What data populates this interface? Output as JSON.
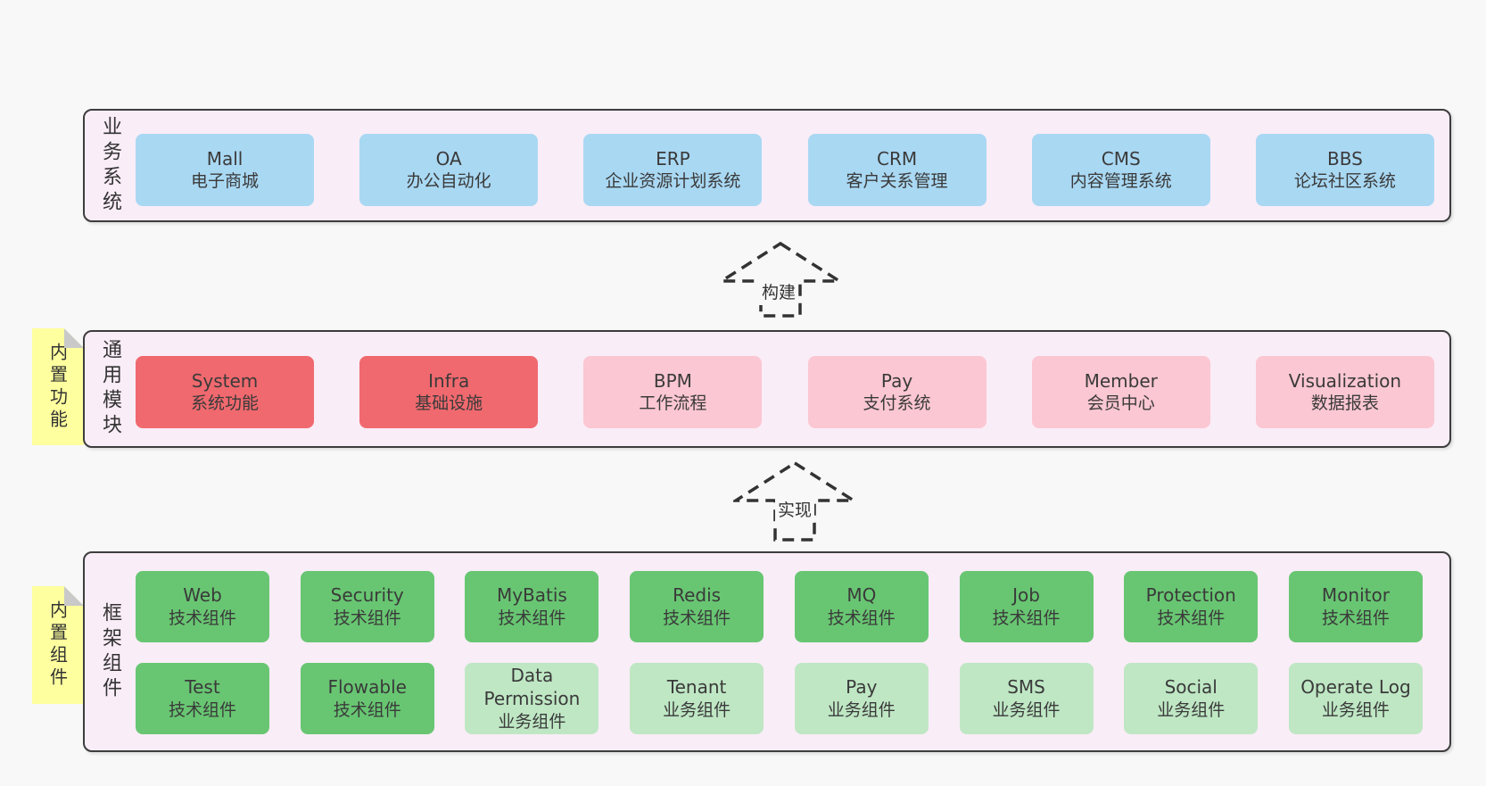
{
  "palette": {
    "page_bg": "#f8f8f8",
    "container_bg": "#f9edf7",
    "container_border": "#3d3d3d",
    "blue": "#a9d8f3",
    "red": "#f0696e",
    "pink": "#fbc7d2",
    "green": "#68c672",
    "light_green": "#bfe7c4",
    "sticky_yellow": "#feff9e",
    "sticky_fold": "#c9c9c9",
    "text": "#3a3a3a"
  },
  "layers": [
    {
      "label": "业务系统",
      "rows": [
        [
          {
            "name": "Mall",
            "subtitle": "电子商城",
            "color": "blue"
          },
          {
            "name": "OA",
            "subtitle": "办公自动化",
            "color": "blue"
          },
          {
            "name": "ERP",
            "subtitle": "企业资源计划系统",
            "color": "blue"
          },
          {
            "name": "CRM",
            "subtitle": "客户关系管理",
            "color": "blue"
          },
          {
            "name": "CMS",
            "subtitle": "内容管理系统",
            "color": "blue"
          },
          {
            "name": "BBS",
            "subtitle": "论坛社区系统",
            "color": "blue"
          }
        ]
      ]
    },
    {
      "label": "通用模块",
      "sticky": "内置功能",
      "rows": [
        [
          {
            "name": "System",
            "subtitle": "系统功能",
            "color": "red"
          },
          {
            "name": "Infra",
            "subtitle": "基础设施",
            "color": "red"
          },
          {
            "name": "BPM",
            "subtitle": "工作流程",
            "color": "pink"
          },
          {
            "name": "Pay",
            "subtitle": "支付系统",
            "color": "pink"
          },
          {
            "name": "Member",
            "subtitle": "会员中心",
            "color": "pink"
          },
          {
            "name": "Visualization",
            "subtitle": "数据报表",
            "color": "pink"
          }
        ]
      ]
    },
    {
      "label": "框架组件",
      "sticky": "内置组件",
      "rows": [
        [
          {
            "name": "Web",
            "subtitle": "技术组件",
            "color": "green"
          },
          {
            "name": "Security",
            "subtitle": "技术组件",
            "color": "green"
          },
          {
            "name": "MyBatis",
            "subtitle": "技术组件",
            "color": "green"
          },
          {
            "name": "Redis",
            "subtitle": "技术组件",
            "color": "green"
          },
          {
            "name": "MQ",
            "subtitle": "技术组件",
            "color": "green"
          },
          {
            "name": "Job",
            "subtitle": "技术组件",
            "color": "green"
          },
          {
            "name": "Protection",
            "subtitle": "技术组件",
            "color": "green"
          },
          {
            "name": "Monitor",
            "subtitle": "技术组件",
            "color": "green"
          }
        ],
        [
          {
            "name": "Test",
            "subtitle": "技术组件",
            "color": "green"
          },
          {
            "name": "Flowable",
            "subtitle": "技术组件",
            "color": "green"
          },
          {
            "name": "Data Permission",
            "subtitle": "业务组件",
            "color": "light_green"
          },
          {
            "name": "Tenant",
            "subtitle": "业务组件",
            "color": "light_green"
          },
          {
            "name": "Pay",
            "subtitle": "业务组件",
            "color": "light_green"
          },
          {
            "name": "SMS",
            "subtitle": "业务组件",
            "color": "light_green"
          },
          {
            "name": "Social",
            "subtitle": "业务组件",
            "color": "light_green"
          },
          {
            "name": "Operate Log",
            "subtitle": "业务组件",
            "color": "light_green"
          }
        ]
      ]
    }
  ],
  "arrows": [
    {
      "label": "构建"
    },
    {
      "label": "实现"
    }
  ]
}
